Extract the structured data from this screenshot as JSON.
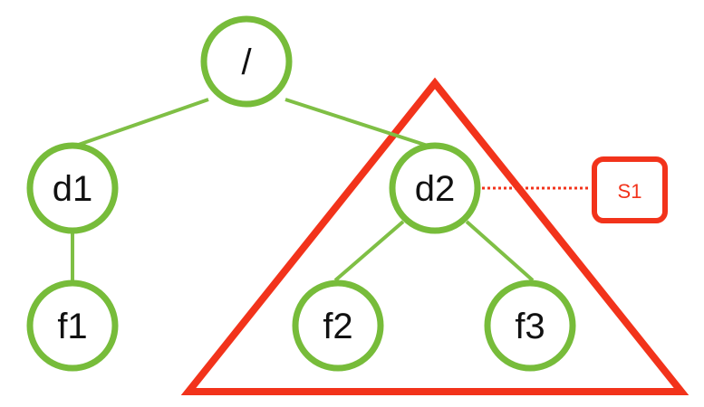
{
  "colors": {
    "node_stroke": "#77bc3a",
    "edge_stroke": "#7fbf45",
    "highlight": "#f2331b",
    "text": "#111111"
  },
  "nodes": {
    "root": {
      "label": "/"
    },
    "d1": {
      "label": "d1"
    },
    "d2": {
      "label": "d2"
    },
    "f1": {
      "label": "f1"
    },
    "f2": {
      "label": "f2"
    },
    "f3": {
      "label": "f3"
    }
  },
  "snapshot": {
    "label": "S1"
  }
}
